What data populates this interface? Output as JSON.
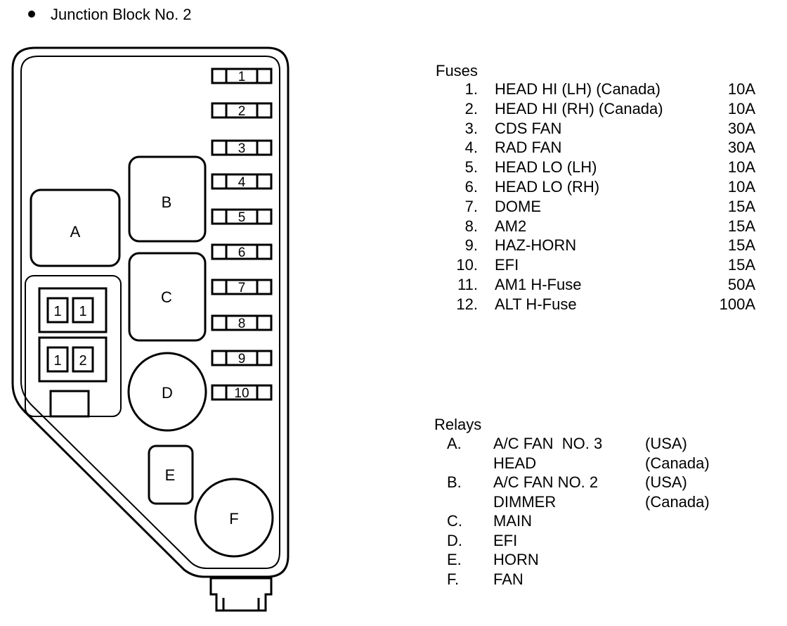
{
  "title": "Junction Block No. 2",
  "block": {
    "fuse_labels": [
      "1",
      "2",
      "3",
      "4",
      "5",
      "6",
      "7",
      "8",
      "9",
      "10"
    ],
    "relay_labels": [
      "A",
      "B",
      "C",
      "D",
      "E",
      "F"
    ],
    "connector_upper": [
      "1",
      "1"
    ],
    "connector_lower": [
      "1",
      "2"
    ]
  },
  "fuses": {
    "heading": "Fuses",
    "items": [
      {
        "num": "1.",
        "name": "HEAD HI (LH) (Canada)",
        "amp": "10A"
      },
      {
        "num": "2.",
        "name": "HEAD HI (RH) (Canada)",
        "amp": "10A"
      },
      {
        "num": "3.",
        "name": "CDS FAN",
        "amp": "30A"
      },
      {
        "num": "4.",
        "name": "RAD FAN",
        "amp": "30A"
      },
      {
        "num": "5.",
        "name": "HEAD LO (LH)",
        "amp": "10A"
      },
      {
        "num": "6.",
        "name": "HEAD LO (RH)",
        "amp": "10A"
      },
      {
        "num": "7.",
        "name": "DOME",
        "amp": "15A"
      },
      {
        "num": "8.",
        "name": "AM2",
        "amp": "15A"
      },
      {
        "num": "9.",
        "name": "HAZ-HORN",
        "amp": "15A"
      },
      {
        "num": "10.",
        "name": "EFI",
        "amp": "15A"
      },
      {
        "num": "11.",
        "name": "AM1 H-Fuse",
        "amp": "50A"
      },
      {
        "num": "12.",
        "name": "ALT H-Fuse",
        "amp": "100A"
      }
    ]
  },
  "relays": {
    "heading": "Relays",
    "items": [
      {
        "letter": "A.",
        "name": "A/C FAN  NO. 3",
        "note": "(USA)"
      },
      {
        "letter": "",
        "name": "HEAD",
        "note": "(Canada)"
      },
      {
        "letter": "B.",
        "name": "A/C FAN NO. 2",
        "note": "(USA)"
      },
      {
        "letter": "",
        "name": "DIMMER",
        "note": "(Canada)"
      },
      {
        "letter": "C.",
        "name": "MAIN",
        "note": ""
      },
      {
        "letter": "D.",
        "name": "EFI",
        "note": ""
      },
      {
        "letter": "E.",
        "name": "HORN",
        "note": ""
      },
      {
        "letter": "F.",
        "name": "FAN",
        "note": ""
      }
    ]
  }
}
